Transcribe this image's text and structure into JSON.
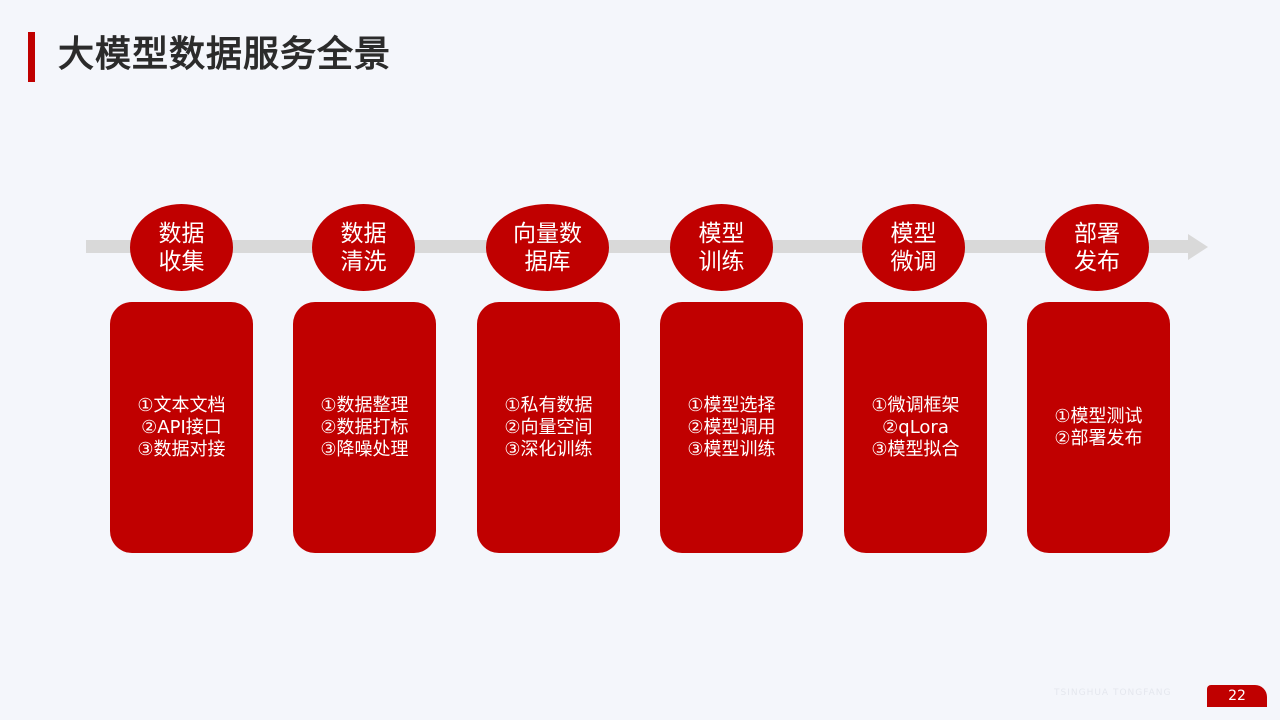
{
  "page": {
    "title": "大模型数据服务全景",
    "page_number": "22",
    "footer_text": "TSINGHUA   TONGFANG"
  },
  "colors": {
    "accent": "#c00000",
    "arrow": "#d9d9d9",
    "background": "#f4f6fb",
    "title_text": "#2b2b2b"
  },
  "steps": [
    {
      "circle": "数据\n收集",
      "items": [
        "①文本文档",
        "②API接口",
        "③数据对接"
      ]
    },
    {
      "circle": "数据\n清洗",
      "items": [
        "①数据整理",
        "②数据打标",
        "③降噪处理"
      ]
    },
    {
      "circle": "向量数\n据库",
      "items": [
        "①私有数据",
        "②向量空间",
        "③深化训练"
      ]
    },
    {
      "circle": "模型\n训练",
      "items": [
        "①模型选择",
        "②模型调用",
        "③模型训练"
      ]
    },
    {
      "circle": "模型\n微调",
      "items": [
        "①微调框架",
        "②qLora",
        "③模型拟合"
      ]
    },
    {
      "circle": "部署\n发布",
      "items": [
        "①模型测试",
        "②部署发布"
      ]
    }
  ]
}
